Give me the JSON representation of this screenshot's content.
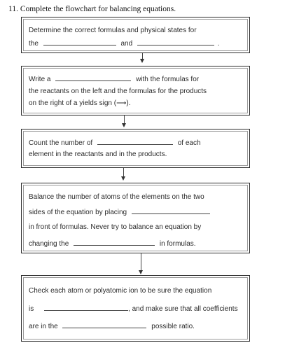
{
  "title": "11. Complete the flowchart for balancing equations.",
  "steps": [
    {
      "lines": [
        {
          "a": "Determine the correct formulas and physical states for"
        },
        {
          "a": "the",
          "b": "and",
          "c": "."
        }
      ]
    },
    {
      "lines": [
        {
          "a": "Write a",
          "b": "with the formulas for"
        },
        {
          "a": "the reactants on the left and the formulas for the products"
        },
        {
          "a": "on the right of a yields sign (⟶)."
        }
      ]
    },
    {
      "lines": [
        {
          "a": "Count the number of",
          "b": "of each"
        },
        {
          "a": "element in the reactants and in the products."
        }
      ]
    },
    {
      "lines": [
        {
          "a": "Balance the number of atoms of the elements on the two"
        },
        {
          "a": "sides of the equation by placing"
        },
        {
          "a": "in front of formulas. Never try to balance an equation by"
        },
        {
          "a": "changing the",
          "b": "in formulas."
        }
      ]
    },
    {
      "lines": [
        {
          "a": "Check each atom or polyatomic ion to be sure the equation"
        },
        {
          "a": "is",
          "b": ", and make sure that all coefficients"
        },
        {
          "a": "are in the",
          "b": "possible ratio."
        }
      ]
    }
  ]
}
